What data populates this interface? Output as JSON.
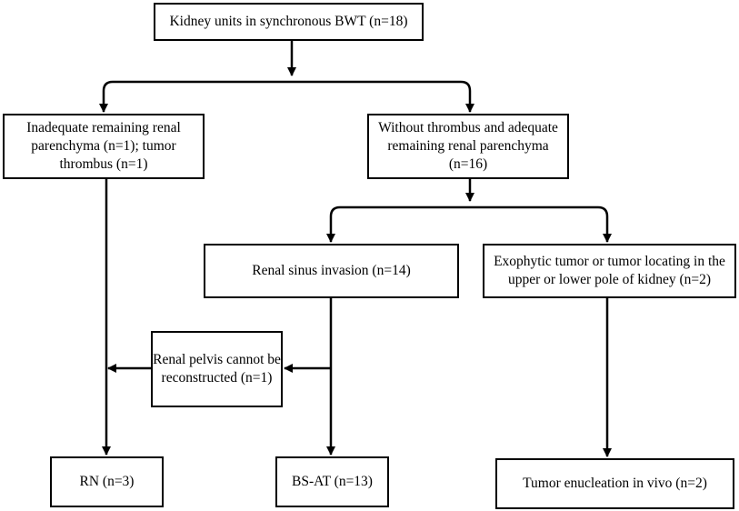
{
  "diagram": {
    "root": "Kidney units in synchronous BWT (n=18)",
    "inadequate": "Inadequate remaining renal parenchyma (n=1); tumor thrombus (n=1)",
    "without_thrombus": "Without thrombus and adequate remaining renal parenchyma (n=16)",
    "renal_sinus": "Renal sinus invasion (n=14)",
    "exophytic": "Exophytic tumor or tumor locating in the upper or lower pole of kidney (n=2)",
    "renal_pelvis": "Renal pelvis cannot be reconstructed (n=1)",
    "rn": "RN (n=3)",
    "bs_at": "BS-AT (n=13)",
    "enucleation": "Tumor enucleation in vivo (n=2)"
  },
  "edges": [
    {
      "from": "root",
      "to": "inadequate"
    },
    {
      "from": "root",
      "to": "without_thrombus"
    },
    {
      "from": "without_thrombus",
      "to": "renal_sinus"
    },
    {
      "from": "without_thrombus",
      "to": "exophytic"
    },
    {
      "from": "inadequate",
      "to": "rn"
    },
    {
      "from": "renal_sinus",
      "to": "bs_at"
    },
    {
      "from": "renal_sinus",
      "to": "renal_pelvis"
    },
    {
      "from": "renal_pelvis",
      "to": "rn"
    },
    {
      "from": "exophytic",
      "to": "enucleation"
    }
  ]
}
